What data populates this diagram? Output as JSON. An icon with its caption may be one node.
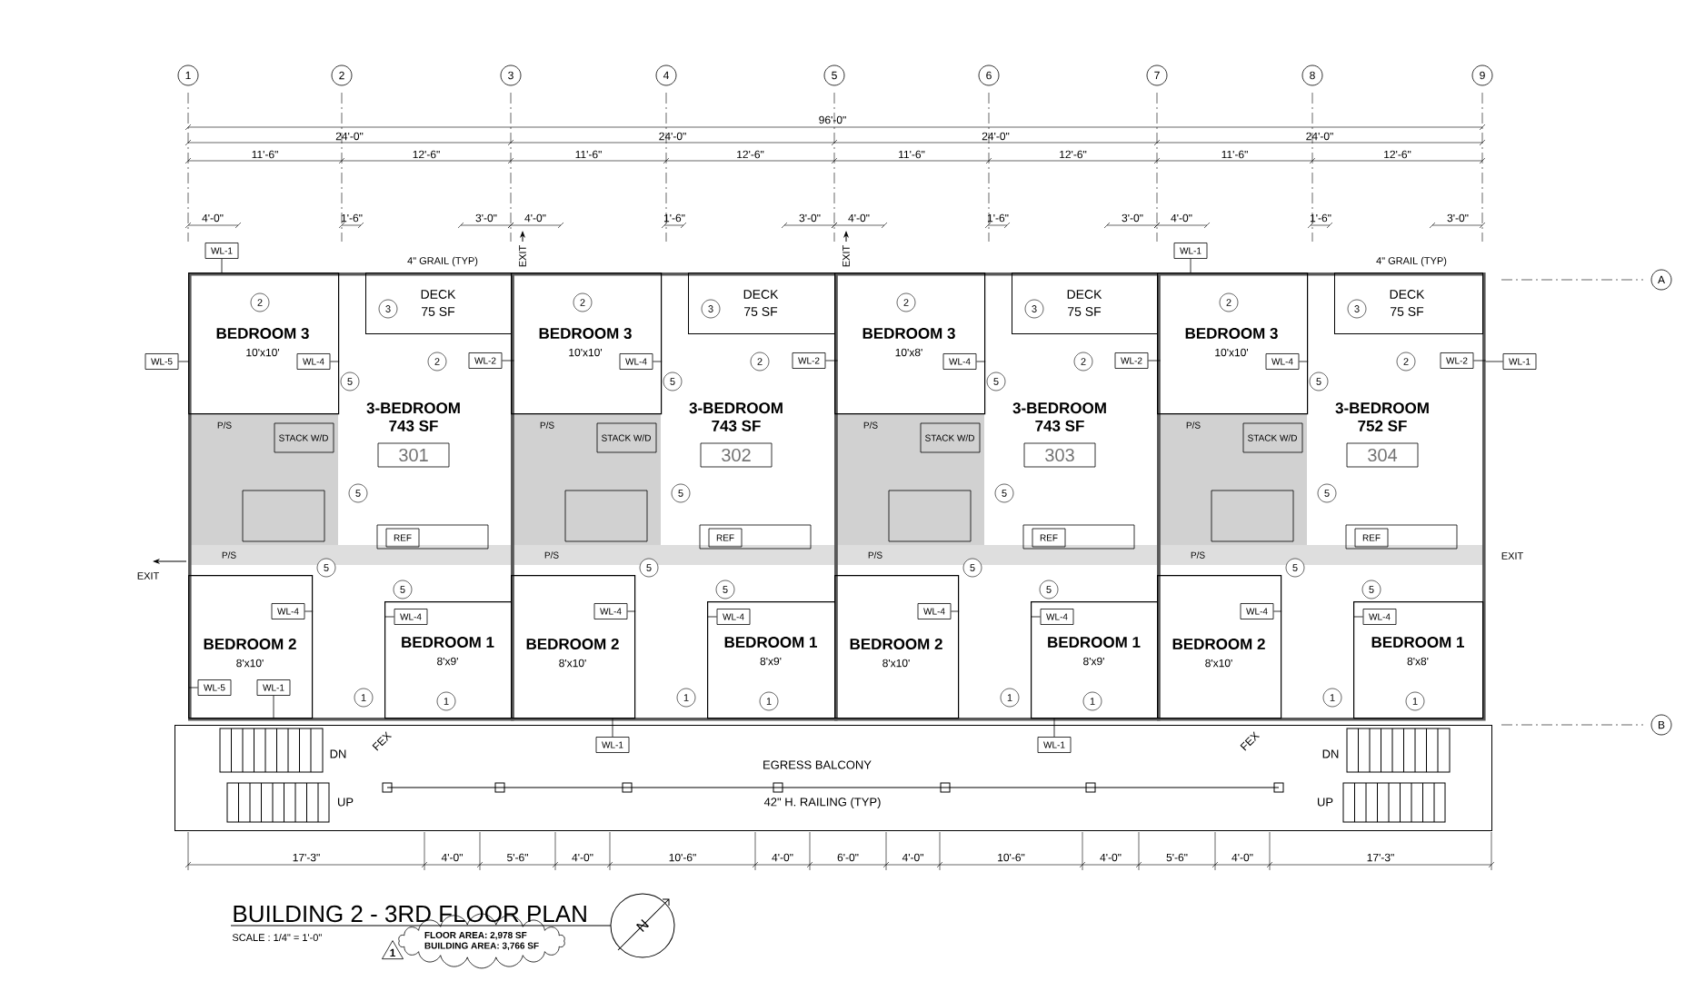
{
  "diagram": {
    "title": "BUILDING 2 - 3RD FLOOR PLAN",
    "nodes": [
      {
        "text": [
          "1"
        ]
      },
      {
        "text": [
          "2"
        ]
      },
      {
        "text": [
          "3"
        ]
      },
      {
        "text": [
          "4"
        ]
      },
      {
        "text": [
          "5"
        ]
      },
      {
        "text": [
          "6"
        ]
      },
      {
        "text": [
          "7"
        ]
      },
      {
        "text": [
          "8"
        ]
      },
      {
        "text": [
          "9"
        ]
      },
      {
        "text": [
          "A"
        ]
      },
      {
        "text": [
          "B"
        ]
      },
      {
        "text": [
          "3-BEDROOM",
          "743 SF"
        ]
      },
      {
        "text": [
          "BEDROOM 3",
          "10'x10'"
        ],
        "in": 11
      },
      {
        "text": [
          "DECK",
          "75 SF"
        ],
        "in": 11
      },
      {
        "text": [
          "301"
        ],
        "in": 11
      },
      {
        "text": [
          "BEDROOM 2",
          "8'x10'"
        ],
        "in": 11
      },
      {
        "text": [
          "BEDROOM 1",
          "8'x9'"
        ],
        "in": 11
      },
      {
        "text": [
          "2"
        ],
        "in": 12
      },
      {
        "text": [
          "3"
        ],
        "in": 13
      },
      {
        "text": [
          "2"
        ],
        "in": 11
      },
      {
        "text": [
          "5"
        ],
        "in": 11
      },
      {
        "text": [
          "5"
        ],
        "in": 11
      },
      {
        "text": [
          "5"
        ],
        "in": 11
      },
      {
        "text": [
          "5"
        ],
        "in": 11
      },
      {
        "text": [
          "1"
        ],
        "in": 11
      },
      {
        "text": [
          "1"
        ],
        "in": 16
      },
      {
        "text": [
          "WL-4"
        ],
        "in": 12
      },
      {
        "text": [
          "WL-2"
        ],
        "in": 11
      },
      {
        "text": [
          "WL-4"
        ],
        "in": 15
      },
      {
        "text": [
          "WL-4"
        ],
        "in": 16
      },
      {
        "text": [
          "3-BEDROOM",
          "743 SF"
        ]
      },
      {
        "text": [
          "BEDROOM 3",
          "10'x10'"
        ],
        "in": 30
      },
      {
        "text": [
          "DECK",
          "75 SF"
        ],
        "in": 30
      },
      {
        "text": [
          "302"
        ],
        "in": 30
      },
      {
        "text": [
          "BEDROOM 2",
          "8'x10'"
        ],
        "in": 30
      },
      {
        "text": [
          "BEDROOM 1",
          "8'x9'"
        ],
        "in": 30
      },
      {
        "text": [
          "2"
        ],
        "in": 31
      },
      {
        "text": [
          "3"
        ],
        "in": 32
      },
      {
        "text": [
          "2"
        ],
        "in": 30
      },
      {
        "text": [
          "5"
        ],
        "in": 30
      },
      {
        "text": [
          "5"
        ],
        "in": 30
      },
      {
        "text": [
          "5"
        ],
        "in": 30
      },
      {
        "text": [
          "5"
        ],
        "in": 30
      },
      {
        "text": [
          "1"
        ],
        "in": 30
      },
      {
        "text": [
          "1"
        ],
        "in": 35
      },
      {
        "text": [
          "WL-4"
        ],
        "in": 31
      },
      {
        "text": [
          "WL-2"
        ],
        "in": 30
      },
      {
        "text": [
          "WL-4"
        ],
        "in": 34
      },
      {
        "text": [
          "WL-4"
        ],
        "in": 35
      },
      {
        "text": [
          "3-BEDROOM",
          "743 SF"
        ]
      },
      {
        "text": [
          "BEDROOM 3",
          "10'x8'"
        ],
        "in": 49
      },
      {
        "text": [
          "DECK",
          "75 SF"
        ],
        "in": 49
      },
      {
        "text": [
          "303"
        ],
        "in": 49
      },
      {
        "text": [
          "BEDROOM 2",
          "8'x10'"
        ],
        "in": 49
      },
      {
        "text": [
          "BEDROOM 1",
          "8'x9'"
        ],
        "in": 49
      },
      {
        "text": [
          "2"
        ],
        "in": 50
      },
      {
        "text": [
          "3"
        ],
        "in": 51
      },
      {
        "text": [
          "2"
        ],
        "in": 49
      },
      {
        "text": [
          "5"
        ],
        "in": 49
      },
      {
        "text": [
          "5"
        ],
        "in": 49
      },
      {
        "text": [
          "5"
        ],
        "in": 49
      },
      {
        "text": [
          "5"
        ],
        "in": 49
      },
      {
        "text": [
          "1"
        ],
        "in": 49
      },
      {
        "text": [
          "1"
        ],
        "in": 54
      },
      {
        "text": [
          "WL-4"
        ],
        "in": 50
      },
      {
        "text": [
          "WL-2"
        ],
        "in": 49
      },
      {
        "text": [
          "WL-4"
        ],
        "in": 53
      },
      {
        "text": [
          "WL-4"
        ],
        "in": 54
      },
      {
        "text": [
          "3-BEDROOM",
          "752 SF"
        ]
      },
      {
        "text": [
          "BEDROOM 3",
          "10'x10'"
        ],
        "in": 68
      },
      {
        "text": [
          "DECK",
          "75 SF"
        ],
        "in": 68
      },
      {
        "text": [
          "304"
        ],
        "in": 68
      },
      {
        "text": [
          "BEDROOM 2",
          "8'x10'"
        ],
        "in": 68
      },
      {
        "text": [
          "BEDROOM 1",
          "8'x8'"
        ],
        "in": 68
      },
      {
        "text": [
          "2"
        ],
        "in": 69
      },
      {
        "text": [
          "3"
        ],
        "in": 70
      },
      {
        "text": [
          "2"
        ],
        "in": 68
      },
      {
        "text": [
          "5"
        ],
        "in": 68
      },
      {
        "text": [
          "5"
        ],
        "in": 68
      },
      {
        "text": [
          "5"
        ],
        "in": 68
      },
      {
        "text": [
          "5"
        ],
        "in": 68
      },
      {
        "text": [
          "1"
        ],
        "in": 68
      },
      {
        "text": [
          "1"
        ],
        "in": 73
      },
      {
        "text": [
          "WL-4"
        ],
        "in": 69
      },
      {
        "text": [
          "WL-2"
        ],
        "in": 68
      },
      {
        "text": [
          "WL-4"
        ],
        "in": 72
      },
      {
        "text": [
          "WL-4"
        ],
        "in": 73
      },
      {
        "text": [
          "EGRESS BALCONY"
        ]
      },
      {
        "text": [
          "WL-1"
        ]
      },
      {
        "text": [
          "WL-5"
        ]
      },
      {
        "text": [
          "WL-5"
        ],
        "in": 15
      },
      {
        "text": [
          "WL-1"
        ],
        "in": 15
      },
      {
        "text": [
          "WL-1"
        ],
        "in": 87
      },
      {
        "text": [
          "WL-1"
        ],
        "in": 87
      },
      {
        "text": [
          "WL-1"
        ]
      },
      {
        "text": [
          "WL-1"
        ]
      },
      {
        "text": [
          "FLOOR AREA: 2,978 SF",
          "BUILDING AREA: 3,766 SF"
        ]
      },
      {
        "text": [
          "1"
        ]
      }
    ],
    "edges": [
      {
        "from": 26,
        "to": 12,
        "arrow": "none"
      },
      {
        "from": 27,
        "to": 11,
        "arrow": "none"
      },
      {
        "from": 28,
        "to": 15,
        "arrow": "none"
      },
      {
        "from": 29,
        "to": 16,
        "arrow": "none"
      },
      {
        "from": 45,
        "to": 31,
        "arrow": "none"
      },
      {
        "from": 46,
        "to": 30,
        "arrow": "none"
      },
      {
        "from": 47,
        "to": 34,
        "arrow": "none"
      },
      {
        "from": 48,
        "to": 35,
        "arrow": "none"
      },
      {
        "from": 64,
        "to": 50,
        "arrow": "none"
      },
      {
        "from": 65,
        "to": 49,
        "arrow": "none"
      },
      {
        "from": 66,
        "to": 53,
        "arrow": "none"
      },
      {
        "from": 67,
        "to": 54,
        "arrow": "none"
      },
      {
        "from": 83,
        "to": 69,
        "arrow": "none"
      },
      {
        "from": 84,
        "to": 68,
        "arrow": "none"
      },
      {
        "from": 85,
        "to": 72,
        "arrow": "none"
      },
      {
        "from": 86,
        "to": 73,
        "arrow": "none"
      },
      {
        "from": 88,
        "to": 12,
        "arrow": "none"
      },
      {
        "from": 89,
        "to": 12,
        "arrow": "none"
      },
      {
        "from": 90,
        "to": 15,
        "arrow": "none"
      },
      {
        "from": 91,
        "to": 15,
        "arrow": "none"
      },
      {
        "from": 92,
        "to": 34,
        "arrow": "none"
      },
      {
        "from": 93,
        "to": 54,
        "arrow": "none"
      },
      {
        "from": 94,
        "to": 69,
        "arrow": "none"
      },
      {
        "from": 95,
        "to": 68,
        "arrow": "none"
      }
    ],
    "labels": [
      "96'-0\"",
      "24'-0\"",
      "24'-0\"",
      "24'-0\"",
      "24'-0\"",
      "11'-6\"",
      "12'-6\"",
      "11'-6\"",
      "12'-6\"",
      "11'-6\"",
      "12'-6\"",
      "11'-6\"",
      "12'-6\"",
      "4'-0\"",
      "1'-6\"",
      "3'-0\"",
      "4'-0\"",
      "1'-6\"",
      "3'-0\"",
      "4'-0\"",
      "1'-6\"",
      "3'-0\"",
      "4'-0\"",
      "1'-6\"",
      "3'-0\"",
      "4\" GRAIL (TYP)",
      "4\" GRAIL (TYP)",
      "EXIT",
      "EXIT",
      "EXIT",
      "EXIT",
      "P/S",
      "P/S",
      "STACK W/D",
      "REF",
      "P/S",
      "P/S",
      "STACK W/D",
      "REF",
      "P/S",
      "P/S",
      "STACK W/D",
      "REF",
      "P/S",
      "P/S",
      "STACK W/D",
      "REF",
      "FEX",
      "FEX",
      "DN",
      "DN",
      "UP",
      "42\" H. RAILING (TYP)",
      "UP",
      "17'-3\"",
      "4'-0\"",
      "5'-6\"",
      "4'-0\"",
      "10'-6\"",
      "4'-0\"",
      "6'-0\"",
      "4'-0\"",
      "10'-6\"",
      "4'-0\"",
      "5'-6\"",
      "4'-0\"",
      "17'-3\"",
      "SCALE : 1/4\" = 1'-0\"",
      "N"
    ]
  }
}
